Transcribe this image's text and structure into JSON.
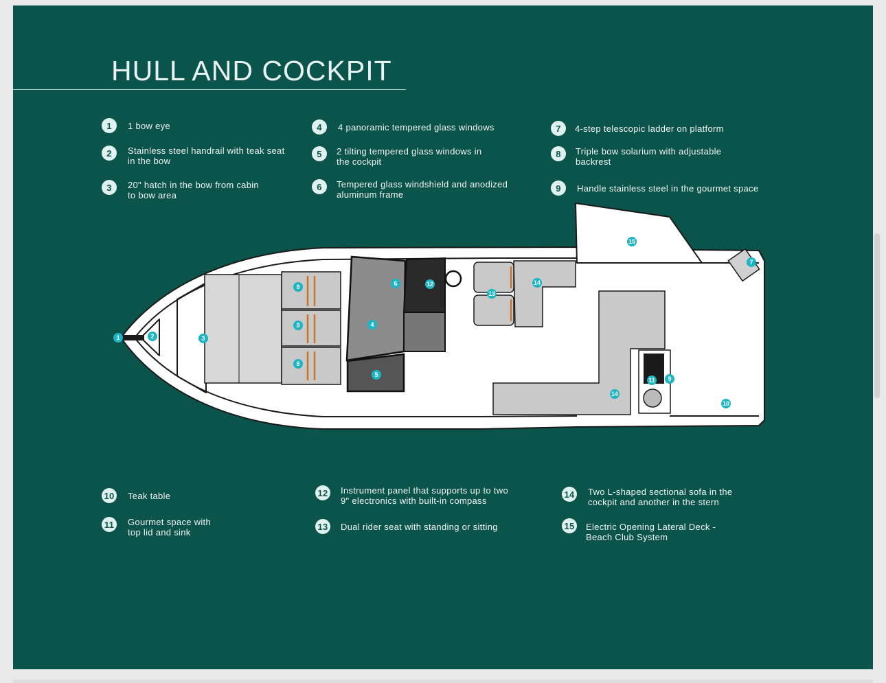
{
  "title": "HULL AND COCKPIT",
  "colors": {
    "background": "#0b544c",
    "accent": "#1bb5c4",
    "text": "#f1f5f4"
  },
  "features_top": [
    {
      "num": "1",
      "lines": [
        "1 bow eye"
      ]
    },
    {
      "num": "2",
      "lines": [
        "Stainless steel handrail with teak seat",
        "in the bow"
      ]
    },
    {
      "num": "3",
      "lines": [
        "20\" hatch in the bow from cabin",
        "to bow area"
      ]
    },
    {
      "num": "4",
      "lines": [
        "4 panoramic tempered glass windows"
      ]
    },
    {
      "num": "5",
      "lines": [
        "2 tilting tempered glass windows in",
        "the cockpit"
      ]
    },
    {
      "num": "6",
      "lines": [
        "Tempered glass windshield and anodized",
        "aluminum frame"
      ]
    },
    {
      "num": "7",
      "lines": [
        "4-step telescopic ladder on platform"
      ]
    },
    {
      "num": "8",
      "lines": [
        "Triple bow solarium with adjustable",
        "backrest"
      ]
    },
    {
      "num": "9",
      "lines": [
        "Handle stainless steel in the gourmet space"
      ]
    }
  ],
  "features_bottom": [
    {
      "num": "10",
      "lines": [
        "Teak table"
      ]
    },
    {
      "num": "11",
      "lines": [
        "Gourmet space with",
        "top lid and sink"
      ]
    },
    {
      "num": "12",
      "lines": [
        "Instrument panel that supports up to two",
        "9\" electronics with built-in compass"
      ]
    },
    {
      "num": "13",
      "lines": [
        "Dual rider seat with standing or sitting"
      ]
    },
    {
      "num": "14",
      "lines": [
        "Two L-shaped sectional sofa in the",
        "cockpit and another in the stern"
      ]
    },
    {
      "num": "15",
      "lines": [
        "Electric Opening Lateral Deck -",
        "Beach Club System"
      ]
    }
  ],
  "diagram_markers": [
    "1",
    "2",
    "3",
    "4",
    "5",
    "6",
    "7",
    "8",
    "8",
    "8",
    "9",
    "10",
    "11",
    "12",
    "13",
    "14",
    "14",
    "15"
  ]
}
